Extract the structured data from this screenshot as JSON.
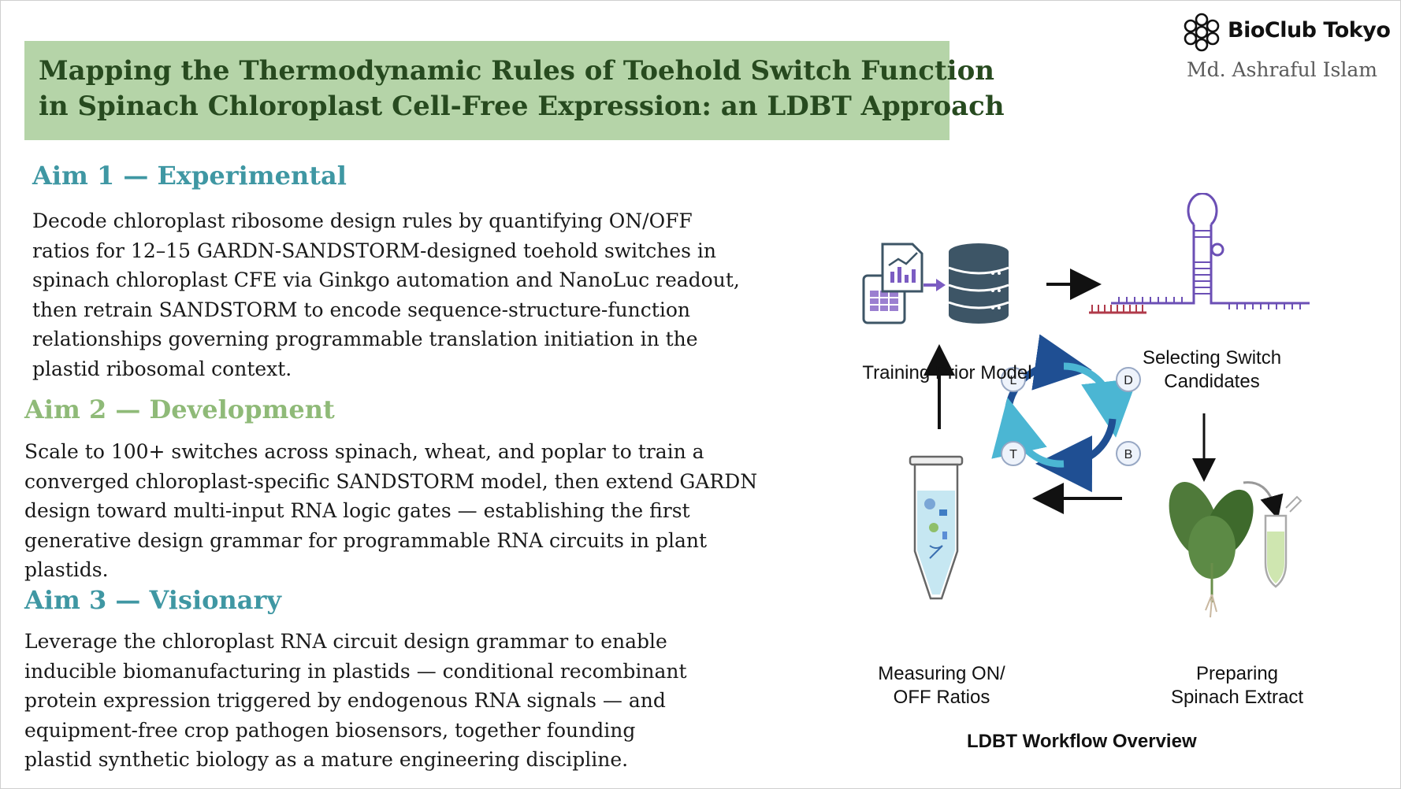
{
  "title": {
    "lines": [
      "Mapping the Thermodynamic Rules of Toehold Switch Function",
      "in Spinach Chloroplast Cell-Free Expression: an LDBT Approach"
    ]
  },
  "brand": {
    "name": "BioClub Tokyo",
    "icon": "bioclub-logo-icon"
  },
  "author": "Md. Ashraful Islam",
  "aims": [
    {
      "heading": "Aim 1 — Experimental",
      "color": "#3f97a3",
      "lines": [
        "Decode chloroplast ribosome design rules by quantifying ON/OFF",
        "ratios for 12–15 GARDN-SANDSTORM-designed toehold switches in",
        "spinach chloroplast CFE via Ginkgo automation and NanoLuc readout,",
        "then retrain SANDSTORM to encode sequence-structure-function",
        "relationships governing programmable translation initiation in the",
        "plastid ribosomal context."
      ]
    },
    {
      "heading": "Aim 2 — Development",
      "color": "#8fba78",
      "lines": [
        "Scale to 100+ switches across spinach, wheat, and poplar to train a",
        "converged chloroplast-specific SANDSTORM model, then extend GARDN",
        "design toward multi-input RNA logic gates — establishing the first",
        "generative design grammar for programmable RNA circuits in plant",
        "plastids."
      ]
    },
    {
      "heading": "Aim 3 — Visionary",
      "color": "#3f97a3",
      "lines": [
        "Leverage the chloroplast RNA circuit design grammar to enable",
        "inducible biomanufacturing in plastids — conditional recombinant",
        "protein expression triggered by endogenous RNA signals — and",
        "equipment-free crop pathogen biosensors, together founding",
        "plastid synthetic biology as a mature engineering discipline."
      ]
    }
  ],
  "workflow": {
    "title": "LDBT Workflow Overview",
    "steps": {
      "train": {
        "lines": [
          "Training Prior Model"
        ],
        "icon": "data-database-icon"
      },
      "select": {
        "lines": [
          "Selecting Switch",
          "Candidates"
        ],
        "icon": "toehold-switch-rna-icon"
      },
      "prepare": {
        "lines": [
          "Preparing",
          "Spinach Extract"
        ],
        "icon": "spinach-extract-icon"
      },
      "measure": {
        "lines": [
          "Measuring ON/",
          "OFF Ratios"
        ],
        "icon": "reaction-tube-icon"
      }
    },
    "cycle": {
      "L": "L",
      "D": "D",
      "B": "B",
      "T": "T"
    },
    "colors": {
      "cycle_dark": "#1f4f93",
      "cycle_light": "#4bb6d3",
      "database": "#3d5566",
      "rna": "#6b4fb5",
      "strand_red": "#b03a4a"
    }
  }
}
